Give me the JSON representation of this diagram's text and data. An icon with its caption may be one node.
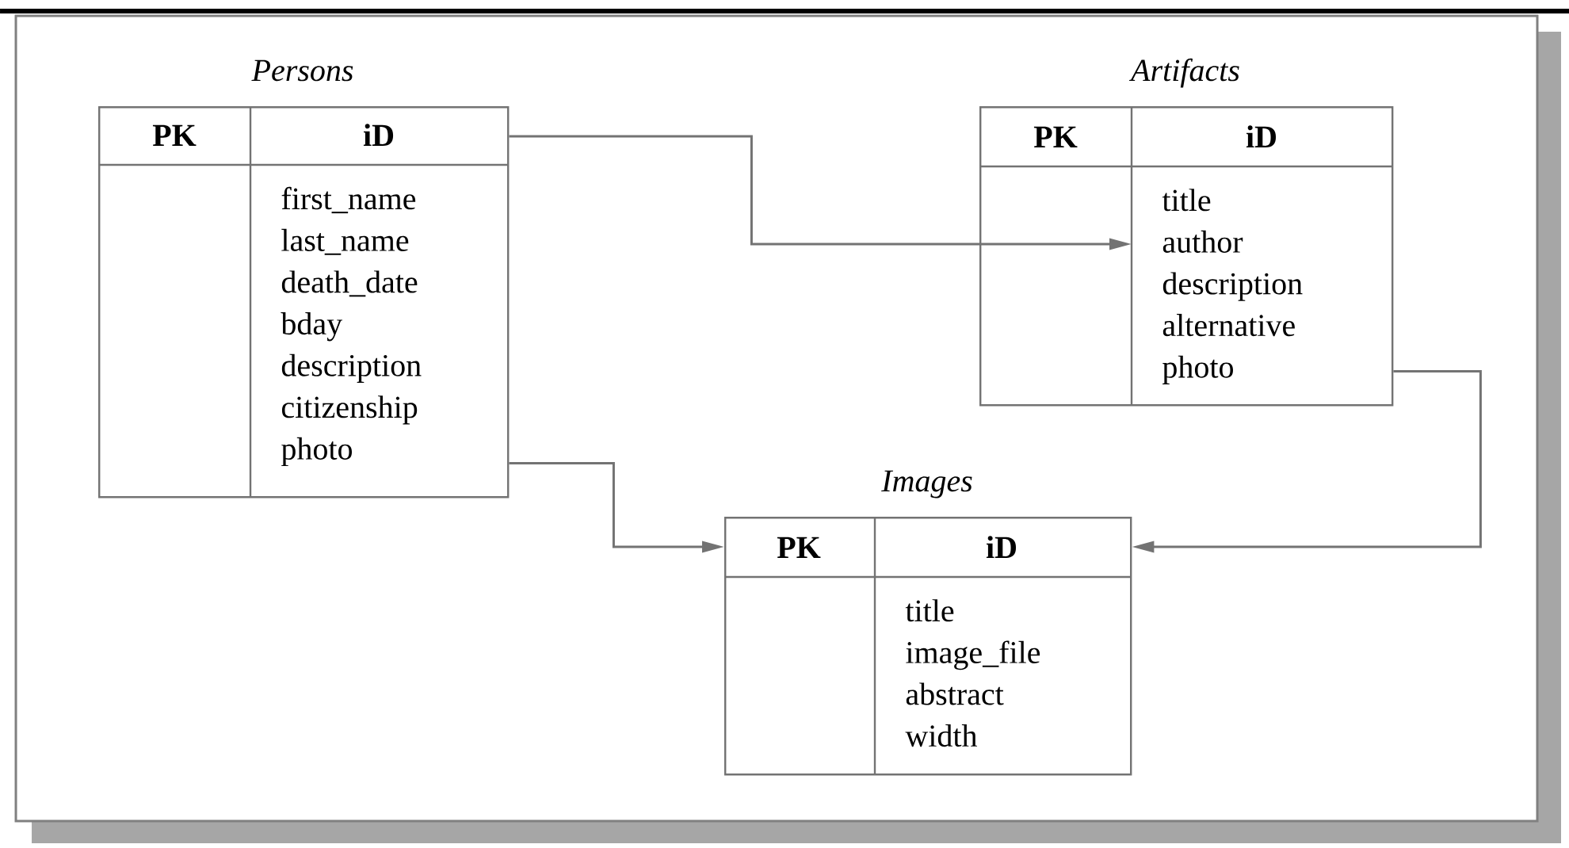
{
  "diagram": {
    "nodes": [
      {
        "text": [
          "Persons",
          "PK",
          "iD",
          "first_name",
          "last_name",
          "death_date",
          "bday",
          "description",
          "citizenship",
          "photo"
        ]
      },
      {
        "text": [
          "Artifacts",
          "PK",
          "iD",
          "title",
          "author",
          "description",
          "alternative",
          "photo"
        ]
      },
      {
        "text": [
          "Images",
          "PK",
          "iD",
          "title",
          "image_file",
          "abstract",
          "width"
        ]
      }
    ],
    "edges": [
      {
        "from": 0,
        "to": 1,
        "arrow": "to"
      },
      {
        "from": 0,
        "to": 2,
        "arrow": "to"
      },
      {
        "from": 1,
        "to": 2,
        "arrow": "to"
      }
    ]
  }
}
